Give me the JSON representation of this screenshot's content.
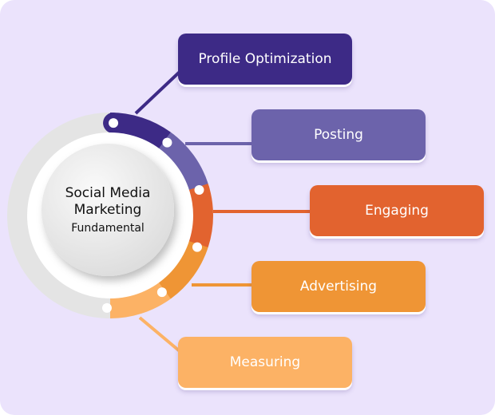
{
  "center": {
    "line1": "Social Media",
    "line2": "Marketing",
    "line3": "Fundamental"
  },
  "steps": [
    {
      "label": "Profile Optimization",
      "color": "#3d2a86"
    },
    {
      "label": "Posting",
      "color": "#6c63ab"
    },
    {
      "label": "Engaging",
      "color": "#e2632f"
    },
    {
      "label": "Advertising",
      "color": "#ef9535"
    },
    {
      "label": "Measuring",
      "color": "#fcb265"
    }
  ]
}
